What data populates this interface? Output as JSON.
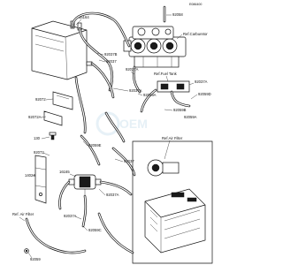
{
  "figure": {
    "ref_code": "E086400",
    "labels": {
      "p16164": "16164",
      "p92058_top": "92058",
      "ref_carburetor": "Ref.Carburetor",
      "p92037b": "92037B",
      "p92037_a": "92037",
      "p92037a_top": "92037A",
      "ref_fuel_tank": "Ref.Fuel Tank",
      "p92037a_right": "92037A",
      "p92059d": "92059D",
      "p92037a_mid": "92037A",
      "p92072": "92072",
      "p92059b": "92059B",
      "p92072a": "92072A",
      "p92059a": "92059A",
      "p130": "130",
      "ref_air_filter_right": "Ref.Air Filter",
      "p92072_low": "92072",
      "p92059e": "92059E",
      "p92037_b": "92037",
      "p14024": "14024",
      "p16165": "16165",
      "p92037a_low": "92037A",
      "ref_air_filter_left": "Ref. Air Filter",
      "p92037a_bottom": "92037A",
      "p92059c": "92059C",
      "p92059": "92059"
    }
  },
  "colors": {
    "ink": "#111111",
    "paper": "#ffffff",
    "watermark": "#cfe3ef"
  }
}
